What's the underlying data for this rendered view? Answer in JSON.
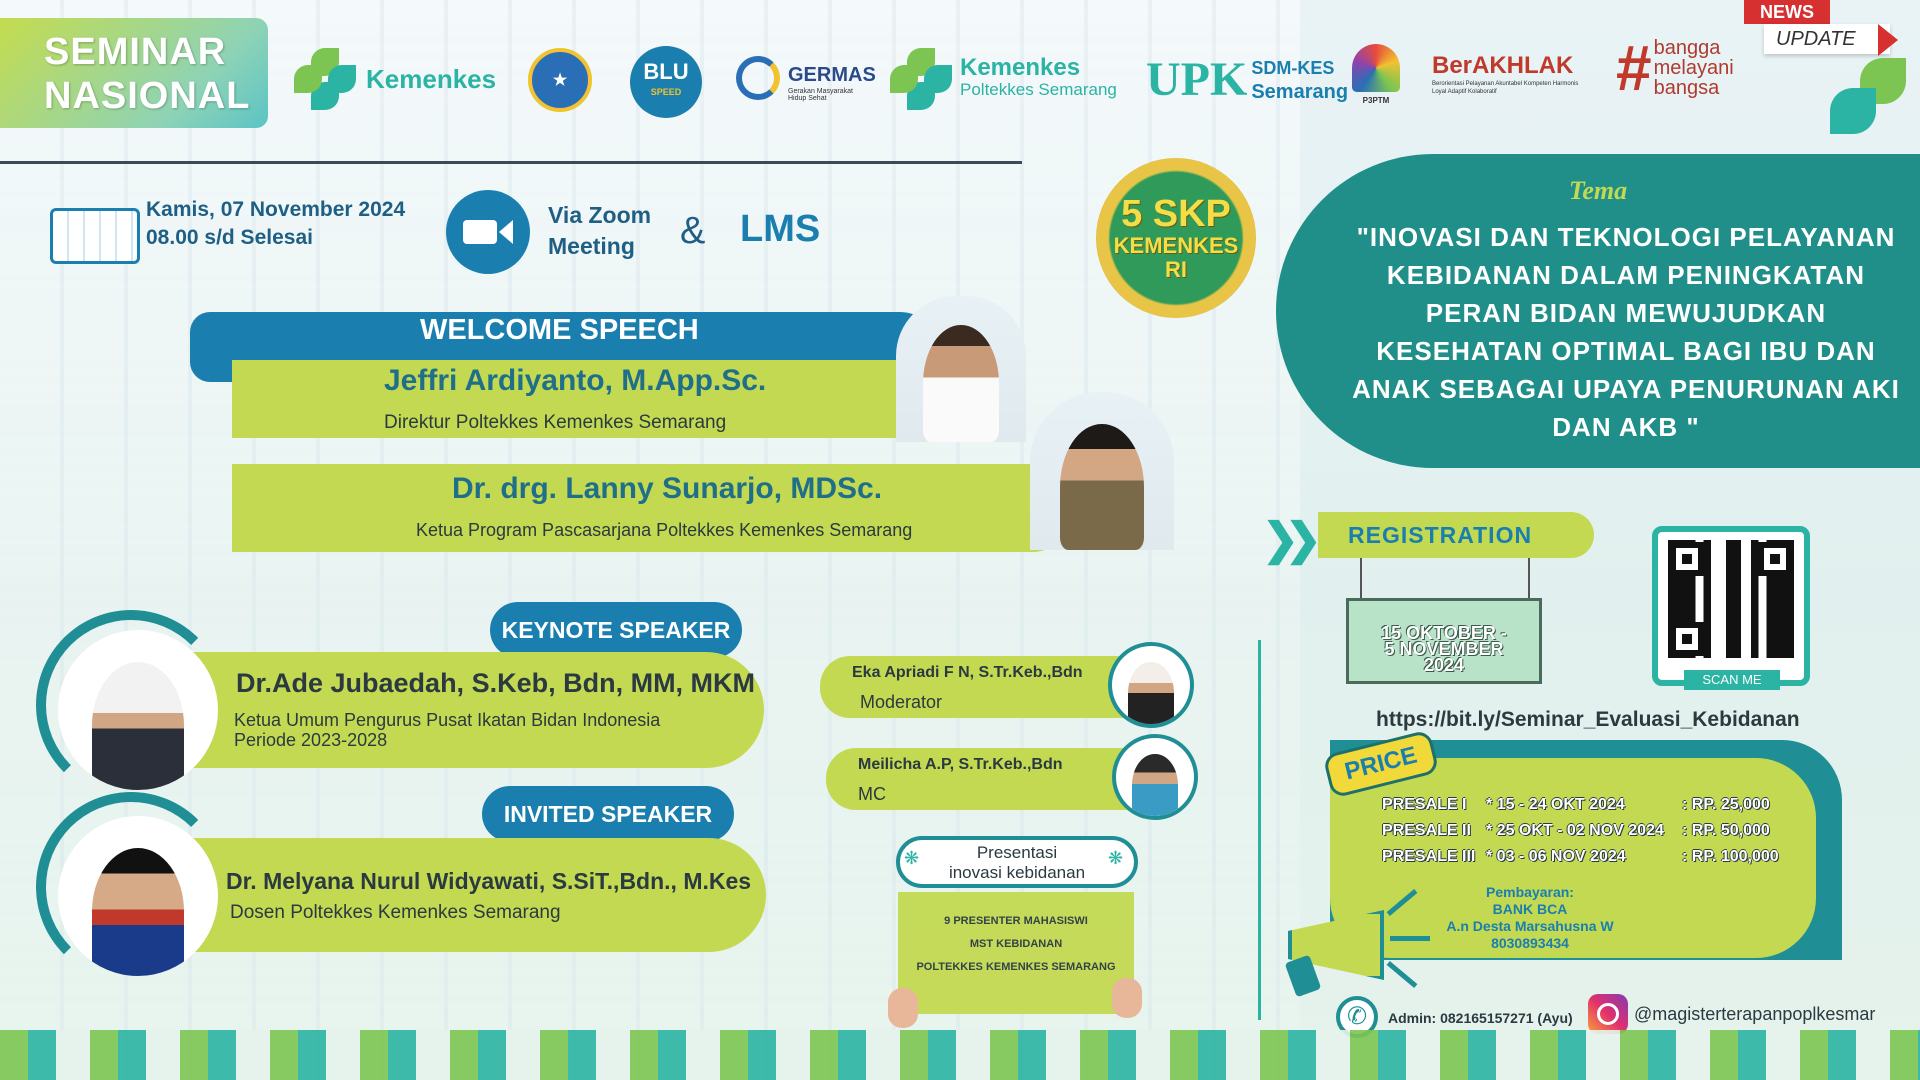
{
  "header": {
    "title_line1": "SEMINAR",
    "title_line2": "NASIONAL",
    "logos": {
      "kemenkes": "Kemenkes",
      "blu_top": "BLU",
      "blu_bottom": "SPEED",
      "germas": "GERMAS",
      "germas_sub": "Gerakan Masyarakat Hidup Sehat",
      "kemenkes2": "Kemenkes",
      "kemenkes2_sub": "Poltekkes Semarang",
      "upk": "UPK",
      "upk_sub1": "SDM-KES",
      "upk_sub2": "Semarang",
      "p3ptm": "P3PTM",
      "berakhlak": "BerAKHLAK",
      "berakhlak_sub": "Berorientasi Pelayanan Akuntabel Kompeten Harmonis Loyal Adaptif Kolaboratif",
      "bangga1": "bangga",
      "bangga2": "melayani",
      "bangga3": "bangsa"
    },
    "news_label": "NEWS",
    "update_label": "UPDATE"
  },
  "event": {
    "date": "Kamis, 07 November  2024",
    "time": "08.00 s/d Selesai",
    "via_line1": "Via Zoom",
    "via_line2": "Meeting",
    "amp": "&",
    "lms": "LMS"
  },
  "skp": {
    "line1": "5 SKP",
    "line2": "KEMENKES",
    "line3": "RI"
  },
  "theme": {
    "label": "Tema",
    "text": "\"INOVASI DAN TEKNOLOGI PELAYANAN KEBIDANAN DALAM PENINGKATAN PERAN BIDAN MEWUJUDKAN KESEHATAN  OPTIMAL BAGI IBU DAN ANAK SEBAGAI UPAYA PENURUNAN AKI DAN AKB \""
  },
  "welcome": {
    "label": "WELCOME SPEECH",
    "speakers": [
      {
        "name": "Jeffri Ardiyanto, M.App.Sc.",
        "role": "Direktur Poltekkes Kemenkes Semarang"
      },
      {
        "name": "Dr. drg. Lanny Sunarjo, MDSc.",
        "role": "Ketua Program Pascasarjana Poltekkes Kemenkes Semarang"
      }
    ]
  },
  "keynote": {
    "label": "KEYNOTE SPEAKER",
    "name": "Dr.Ade Jubaedah, S.Keb, Bdn, MM, MKM",
    "role1": "Ketua Umum Pengurus Pusat Ikatan Bidan Indonesia",
    "role2": "Periode 2023-2028"
  },
  "invited": {
    "label": "INVITED SPEAKER",
    "name": "Dr. Melyana Nurul Widyawati, S.SiT.,Bdn., M.Kes",
    "role": "Dosen Poltekkes Kemenkes Semarang"
  },
  "moderator": {
    "name": "Eka Apriadi F N, S.Tr.Keb.,Bdn",
    "role": "Moderator"
  },
  "mc": {
    "name": "Meilicha A.P, S.Tr.Keb.,Bdn",
    "role": "MC"
  },
  "presentasi": {
    "title1": "Presentasi",
    "title2": "inovasi kebidanan",
    "line1": "9 PRESENTER MAHASISWI",
    "line2": "MST KEBIDANAN",
    "line3": "POLTEKKES KEMENKES SEMARANG"
  },
  "registration": {
    "label": "REGISTRATION",
    "date1": "15 OKTOBER -",
    "date2": "5 NOVEMBER",
    "date3": "2024",
    "scan_label": "SCAN ME",
    "url": "https://bit.ly/Seminar_Evaluasi_Kebidanan"
  },
  "price": {
    "label": "PRICE",
    "rows": [
      {
        "name": "PRESALE   I",
        "dates": "* 15 - 24 OKT 2024",
        "price": ": RP. 25,000"
      },
      {
        "name": "PRESALE  II",
        "dates": "* 25 OKT - 02 NOV 2024",
        "price": ": RP. 50,000"
      },
      {
        "name": "PRESALE  III",
        "dates": "* 03 - 06 NOV 2024",
        "price": ": RP. 100,000"
      }
    ],
    "pay_label": "Pembayaran:",
    "bank": "BANK BCA",
    "account_name": "A.n Desta Marsahusna W",
    "account_no": "8030893434"
  },
  "contact": {
    "admin": "Admin:  082165157271 (Ayu)",
    "instagram": "@magisterterapanpoplkesmar"
  },
  "colors": {
    "teal": "#208f8a",
    "blue": "#1a7fae",
    "lime": "#c3d951"
  }
}
